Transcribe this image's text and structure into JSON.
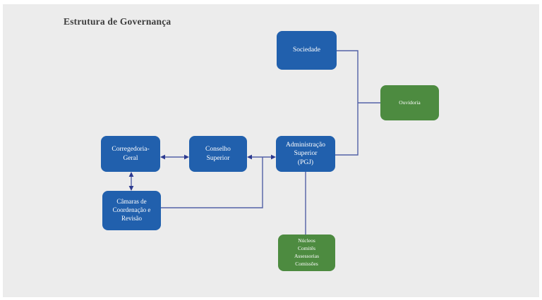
{
  "title": "Estrutura de Governança",
  "colors": {
    "background": "#ececec",
    "node_blue": "#2160ad",
    "node_green": "#4d8b40",
    "connector_line": "#5361a6",
    "arrowhead": "#2c3a90",
    "title_text": "#3d3d3d",
    "node_text": "#ffffff"
  },
  "nodes": {
    "sociedade": {
      "label": "Sociedade",
      "lines": [
        "Sociedade"
      ]
    },
    "ouvidoria": {
      "label": "Ouvidoria",
      "lines": [
        "Ouvidoria"
      ]
    },
    "corregedoria": {
      "label": "Corregedoria-Geral",
      "lines": [
        "Corregedoria-",
        "Geral"
      ]
    },
    "conselho": {
      "label": "Conselho Superior",
      "lines": [
        "Conselho",
        "Superior"
      ]
    },
    "administracao": {
      "label": "Administração Superior (PGJ)",
      "lines": [
        "Administração",
        "Superior",
        "(PGJ)"
      ]
    },
    "camaras": {
      "label": "Câmaras de Coordenação e Revisão",
      "lines": [
        "Câmaras de",
        "Coordenação e",
        "Revisão"
      ]
    },
    "nucleos": {
      "label": "Núcleos Comitês Assessorias Comissões",
      "lines": [
        "Núcleos",
        "Comitês",
        "Assessorias",
        "Comissões"
      ]
    }
  },
  "edges": [
    {
      "from": "sociedade",
      "to": "administracao",
      "style": "elbow-right",
      "arrows": "none"
    },
    {
      "from": "sociedade",
      "to": "ouvidoria",
      "style": "branch-right",
      "arrows": "none"
    },
    {
      "from": "corregedoria",
      "to": "conselho",
      "style": "horizontal",
      "arrows": "both"
    },
    {
      "from": "conselho",
      "to": "administracao",
      "style": "horizontal",
      "arrows": "both"
    },
    {
      "from": "camaras",
      "to": "conselho-administracao-link",
      "style": "elbow-up",
      "arrows": "none"
    },
    {
      "from": "corregedoria",
      "to": "camaras",
      "style": "vertical",
      "arrows": "both"
    },
    {
      "from": "administracao",
      "to": "nucleos",
      "style": "vertical",
      "arrows": "none"
    }
  ]
}
